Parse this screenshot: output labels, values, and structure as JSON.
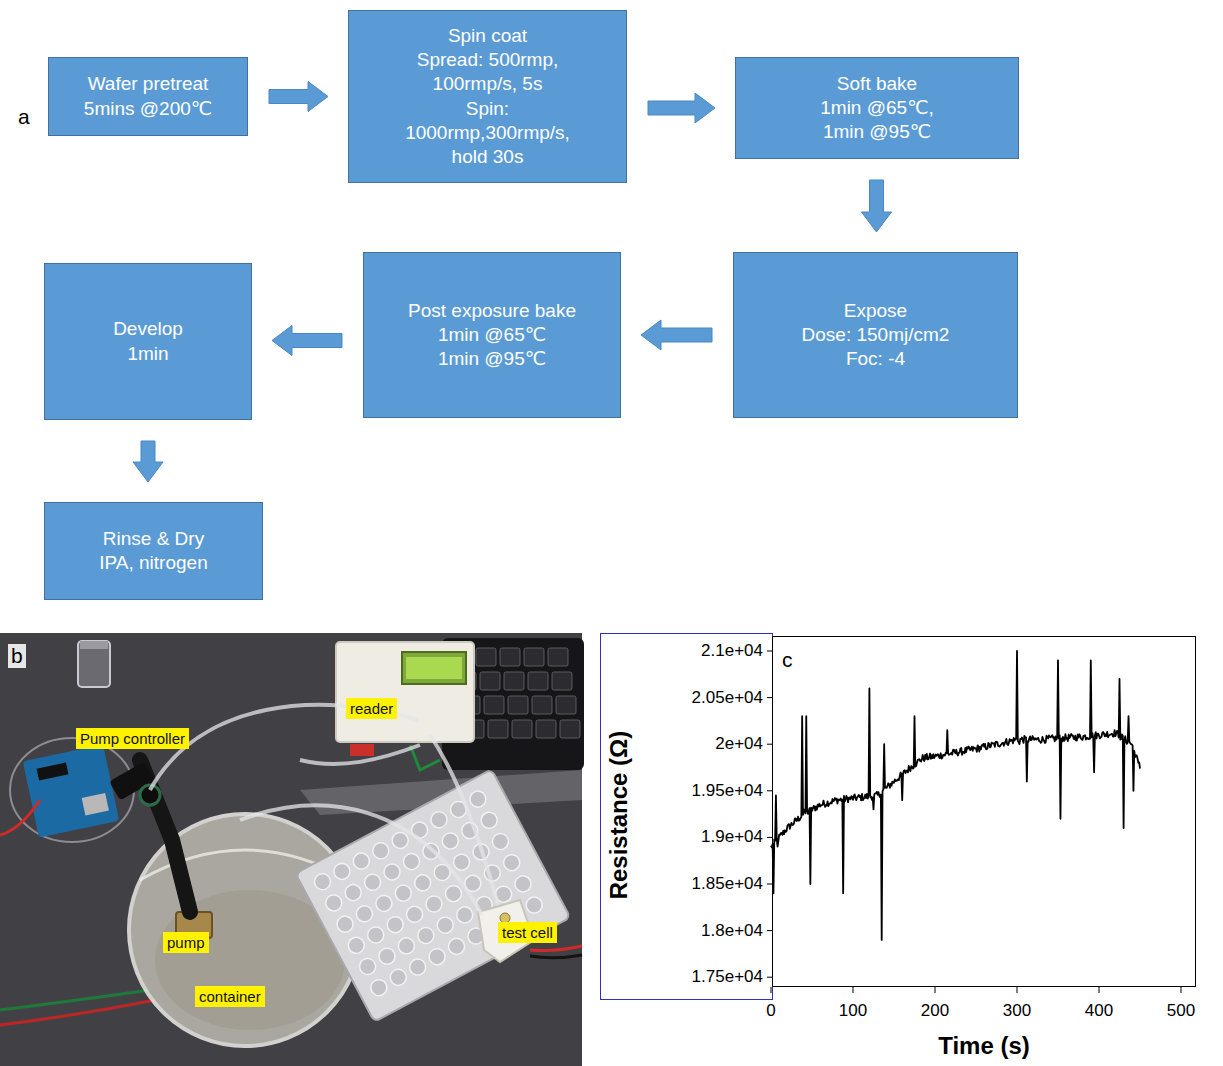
{
  "diagram": {
    "nodes": [
      {
        "text": [
          "Wafer pretreat 5mins @200℃"
        ]
      },
      {
        "text": [
          "Spin coat",
          "Spread: 500rmp, 100rmp/s, 5s",
          "Spin: 1000rmp,300rmp/s, hold 30s"
        ]
      },
      {
        "text": [
          "Soft bake",
          "1min @65℃, 1min @95℃"
        ]
      },
      {
        "text": [
          "Expose",
          "Dose: 150mj/cm2 Foc: -4"
        ]
      },
      {
        "text": [
          "Post exposure bake",
          "1min @65℃ 1min @95℃"
        ]
      },
      {
        "text": [
          "Develop",
          "1min"
        ]
      },
      {
        "text": [
          "Rinse & Dry",
          "IPA, nitrogen"
        ]
      }
    ],
    "edges": [
      {
        "from": 0,
        "to": 1,
        "arrow": "to"
      },
      {
        "from": 1,
        "to": 2,
        "arrow": "to"
      },
      {
        "from": 2,
        "to": 3,
        "arrow": "to"
      },
      {
        "from": 3,
        "to": 4,
        "arrow": "to"
      },
      {
        "from": 4,
        "to": 5,
        "arrow": "to"
      },
      {
        "from": 5,
        "to": 6,
        "arrow": "to"
      }
    ],
    "labels": [
      "a",
      "b",
      "Pump controller",
      "reader",
      "pump",
      "container",
      "test cell",
      "c",
      "2.1e+04",
      "2.05e+04",
      "2e+04",
      "1.95e+04",
      "1.9e+04",
      "1.85e+04",
      "1.8e+04",
      "1.75e+04",
      "Resistance (Ω)",
      "0",
      "100",
      "200",
      "300",
      "400",
      "500",
      "Time (s)"
    ]
  }
}
